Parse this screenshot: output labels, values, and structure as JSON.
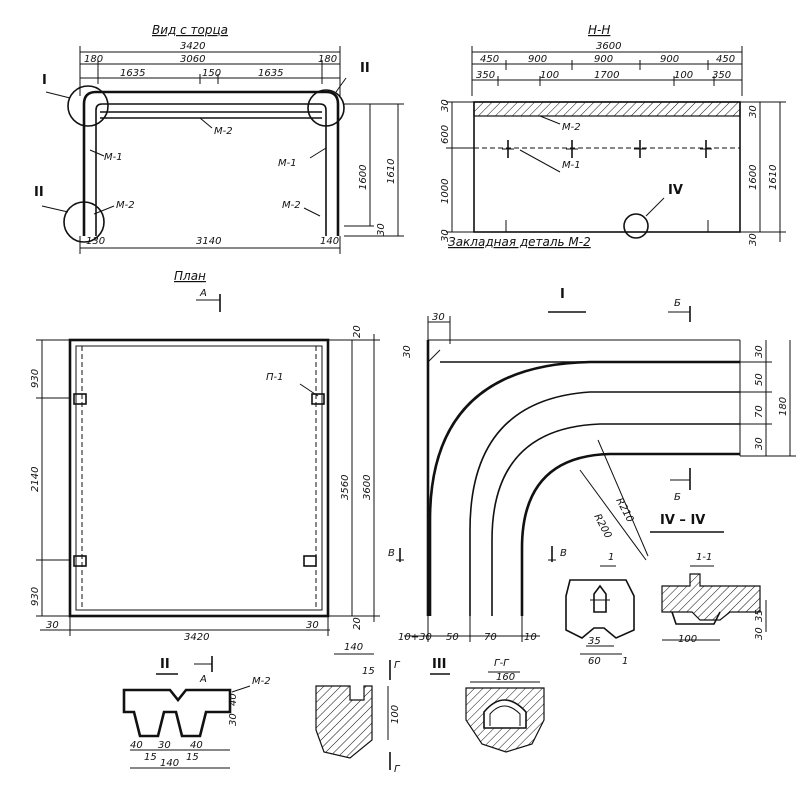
{
  "views": {
    "end_view": {
      "title": "Вид с торца",
      "dims_top": [
        "3420",
        "3060",
        "180",
        "180",
        "1635",
        "150",
        "1635"
      ],
      "dims_bottom": [
        "3140",
        "130",
        "140"
      ],
      "dims_right": [
        "1610",
        "1600",
        "30"
      ],
      "labels": [
        "М-2",
        "М-1",
        "М-1",
        "М-2",
        "М-2"
      ],
      "callouts": [
        "I",
        "II",
        "II"
      ]
    },
    "section_hh": {
      "title": "Н-Н",
      "dims_top": [
        "3600",
        "450",
        "900",
        "900",
        "900",
        "450",
        "350",
        "100",
        "1700",
        "100",
        "350"
      ],
      "dims_left": [
        "30",
        "600",
        "1000",
        "30"
      ],
      "dims_right": [
        "30",
        "1600",
        "1610",
        "30"
      ],
      "labels": [
        "М-2",
        "М-1"
      ],
      "callout": "IV",
      "caption": "Закладная деталь М-2"
    },
    "plan": {
      "title": "План",
      "cut": "А",
      "dims_left": [
        "930",
        "2140",
        "930"
      ],
      "dims_right": [
        "3560",
        "3600",
        "20",
        "20"
      ],
      "dims_bottom": [
        "30",
        "3420",
        "30"
      ],
      "label": "П-1"
    },
    "detail_I": {
      "title": "I",
      "cut_b": "Б",
      "cut_v": "В",
      "dims_top": [
        "30"
      ],
      "dims_left": [
        "30"
      ],
      "dims_right": [
        "30",
        "50",
        "70",
        "30",
        "180"
      ],
      "radii": [
        "R210",
        "R200"
      ],
      "dims_bottom": [
        "10+30",
        "50",
        "70",
        "10"
      ],
      "label": "III"
    },
    "detail_II": {
      "title": "II",
      "cut": "А",
      "label": "М-2",
      "dims": [
        "40",
        "30",
        "40",
        "15",
        "140",
        "15",
        "30",
        "40"
      ]
    },
    "section_gg": {
      "title": "Г-Г",
      "dims": [
        "140",
        "15",
        "100",
        "160"
      ],
      "cut": "Г"
    },
    "section_11": {
      "title": "1",
      "dims": [
        "35",
        "60",
        "1"
      ]
    },
    "section_IV": {
      "title": "IV – IV",
      "cut": "Б",
      "sub": "1-1",
      "dims": [
        "100",
        "35",
        "30"
      ]
    }
  }
}
